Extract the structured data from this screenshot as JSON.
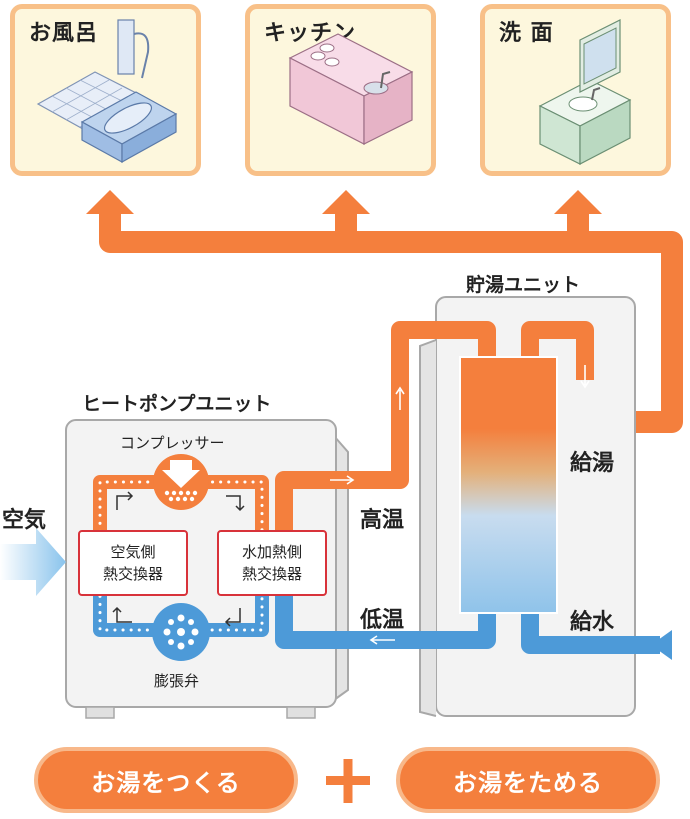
{
  "rooms": {
    "bath": "お風呂",
    "kitchen": "キッチン",
    "washroom": "洗 面"
  },
  "storage_unit": {
    "title": "貯湯ユニット"
  },
  "heat_pump_unit": {
    "title": "ヒートポンプユニット",
    "compressor": "コンプレッサー",
    "air_exchanger": [
      "空気側",
      "熱交換器"
    ],
    "water_exchanger": [
      "水加熱側",
      "熱交換器"
    ],
    "expansion_valve": "膨張弁"
  },
  "labels": {
    "air": "空気",
    "high_temp": "高温",
    "low_temp": "低温",
    "hot_supply": "給湯",
    "water_supply": "給水"
  },
  "footer": {
    "make": "お湯をつくる",
    "plus": "+",
    "store": "お湯をためる"
  },
  "colors": {
    "hot": "#f47f3d",
    "cold": "#4d9ad8",
    "card_border": "#f8c088",
    "card_fill": "#fdf7dd",
    "exchanger_border": "#d8323a"
  }
}
